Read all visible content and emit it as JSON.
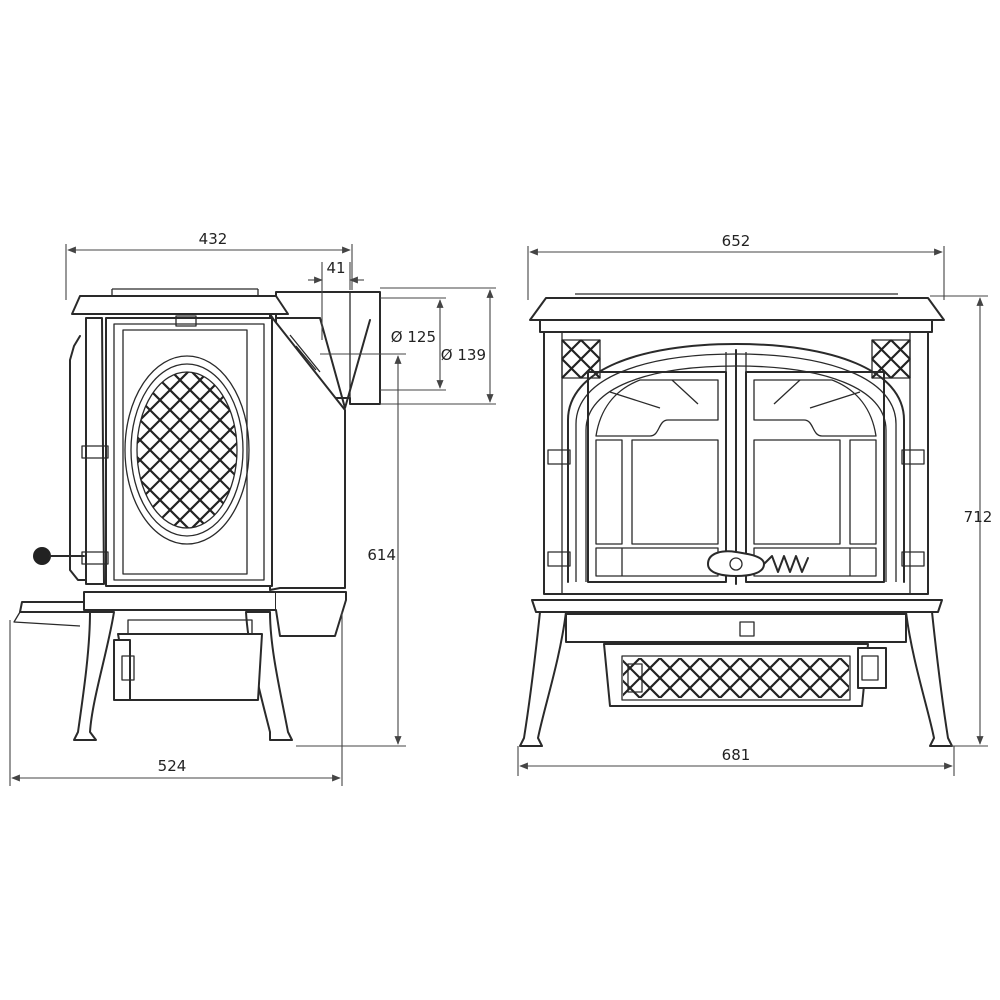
{
  "dimensions": {
    "side_width_top": "432",
    "flue_offset": "41",
    "flue_inner_diameter": "Ø 125",
    "flue_outer_diameter": "Ø 139",
    "flue_height": "614",
    "side_depth_base": "524",
    "front_width_top": "652",
    "front_height": "712",
    "front_width_base": "681"
  },
  "colors": {
    "line": "#2a2a2a",
    "background": "#ffffff"
  }
}
